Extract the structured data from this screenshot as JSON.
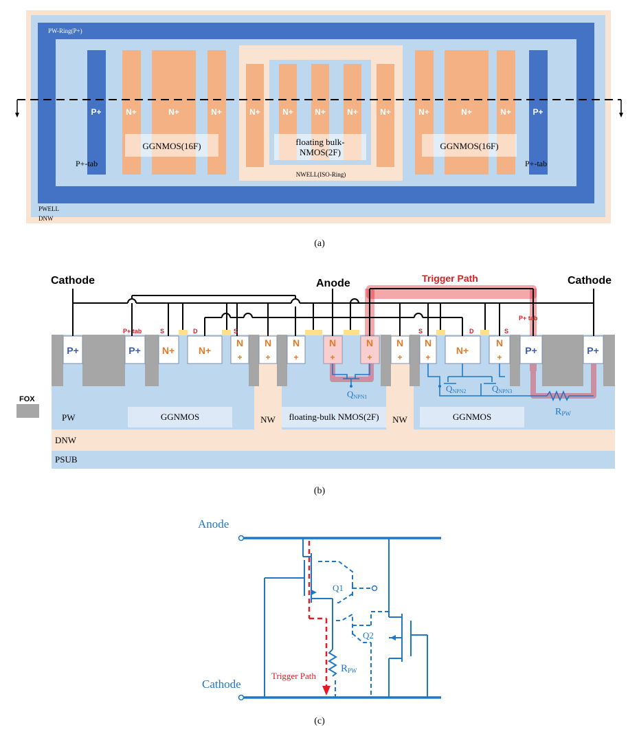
{
  "colors": {
    "dnw": "#fbe3d1",
    "pwell": "#bdd7ee",
    "ring": "#4472c4",
    "nplus": "#f4b183",
    "fox": "#a6a6a6",
    "trigger": "#e01b24",
    "circuit": "#1f77c4"
  },
  "panel_a": {
    "ring_label": "PW-Ring(P+)",
    "pwell_label": "PWELL",
    "dnw_label": "DNW",
    "p_plus": "P+",
    "n_plus": "N+",
    "left_tab": "P+-tab",
    "right_tab": "P+-tab",
    "left_block": "GGNMOS(16F)",
    "middle_block_line1": "floating bulk-",
    "middle_block_line2": "NMOS(2F)",
    "right_block": "GGNMOS(16F)",
    "nwell_label": "NWELL(ISO-Ring)",
    "caption": "(a)"
  },
  "panel_b": {
    "cathode_left": "Cathode",
    "anode": "Anode",
    "trigger_path": "Trigger Path",
    "cathode_right": "Cathode",
    "ptab_left": "P+ tab",
    "ptab_right": "P+ tab",
    "s_label": "S",
    "d_label": "D",
    "p_plus": "P+",
    "n_letter": "N",
    "plus_sign": "+",
    "n_plus": "N+",
    "fox_label": "FOX",
    "pw": "PW",
    "ggnmos_left": "GGNMOS",
    "nw": "NW",
    "floating_bulk": "floating-bulk NMOS(2F)",
    "ggnmos_right": "GGNMOS",
    "dnw": "DNW",
    "psub": "PSUB",
    "q_letter": "Q",
    "qnpn1_sub": "NPN1",
    "qnpn2_sub": "NPN2",
    "qnpn3_sub": "NPN3",
    "r_letter": "R",
    "rpw_sub": "PW",
    "caption": "(b)"
  },
  "panel_c": {
    "anode": "Anode",
    "cathode": "Cathode",
    "q1": "Q1",
    "q2": "Q2",
    "r_letter": "R",
    "rpw_sub": "PW",
    "trigger_path": "Trigger Path",
    "caption": "(c)"
  }
}
